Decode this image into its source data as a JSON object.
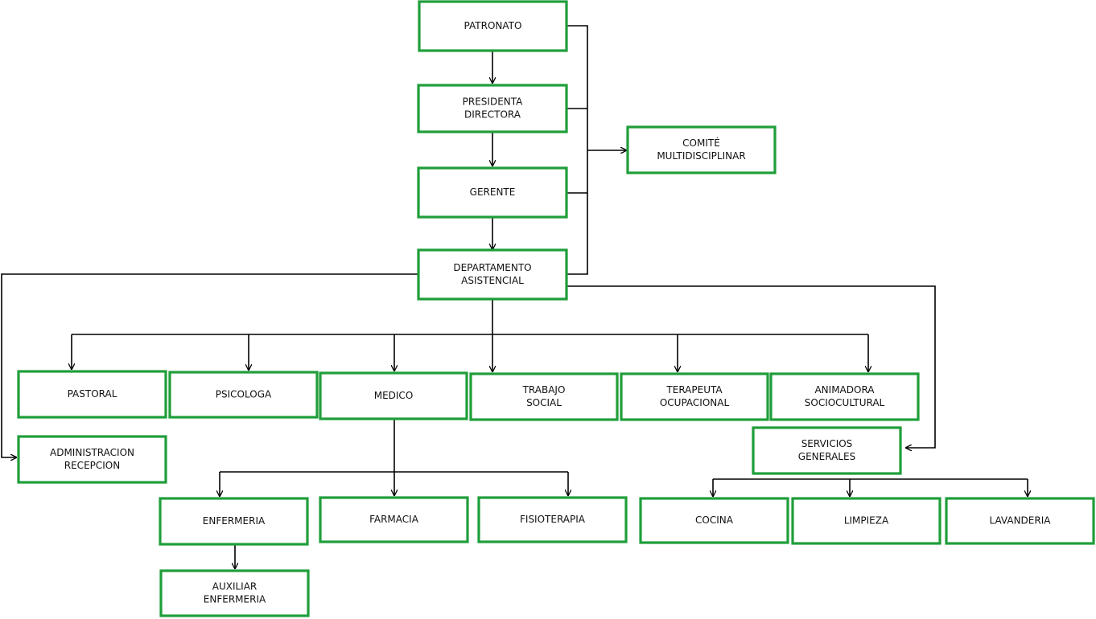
{
  "diagram": {
    "nodes": {
      "patronato": [
        "PATRONATO"
      ],
      "presidenta": [
        "PRESIDENTA",
        "DIRECTORA"
      ],
      "gerente": [
        "GERENTE"
      ],
      "departamento": [
        "DEPARTAMENTO",
        "ASISTENCIAL"
      ],
      "comite": [
        "COMITÉ",
        "MULTIDISCIPLINAR"
      ],
      "pastoral": [
        "PASTORAL"
      ],
      "psicologa": [
        "PSICOLOGA"
      ],
      "medico": [
        "MEDICO"
      ],
      "trabajo": [
        "TRABAJO",
        "SOCIAL"
      ],
      "terapeuta": [
        "TERAPEUTA",
        "OCUPACIONAL"
      ],
      "animadora": [
        "ANIMADORA",
        "SOCIOCULTURAL"
      ],
      "administracion": [
        "ADMINISTRACION",
        "RECEPCION"
      ],
      "servicios": [
        "SERVICIOS",
        "GENERALES"
      ],
      "enfermeria": [
        "ENFERMERIA"
      ],
      "farmacia": [
        "FARMACIA"
      ],
      "fisioterapia": [
        "FISIOTERAPIA"
      ],
      "cocina": [
        "COCINA"
      ],
      "limpieza": [
        "LIMPIEZA"
      ],
      "lavanderia": [
        "LAVANDERIA"
      ],
      "auxiliar": [
        "AUXILIAR",
        "ENFERMERIA"
      ]
    },
    "colors": {
      "box_border": "#1f9e3a",
      "line": "#000000"
    }
  }
}
